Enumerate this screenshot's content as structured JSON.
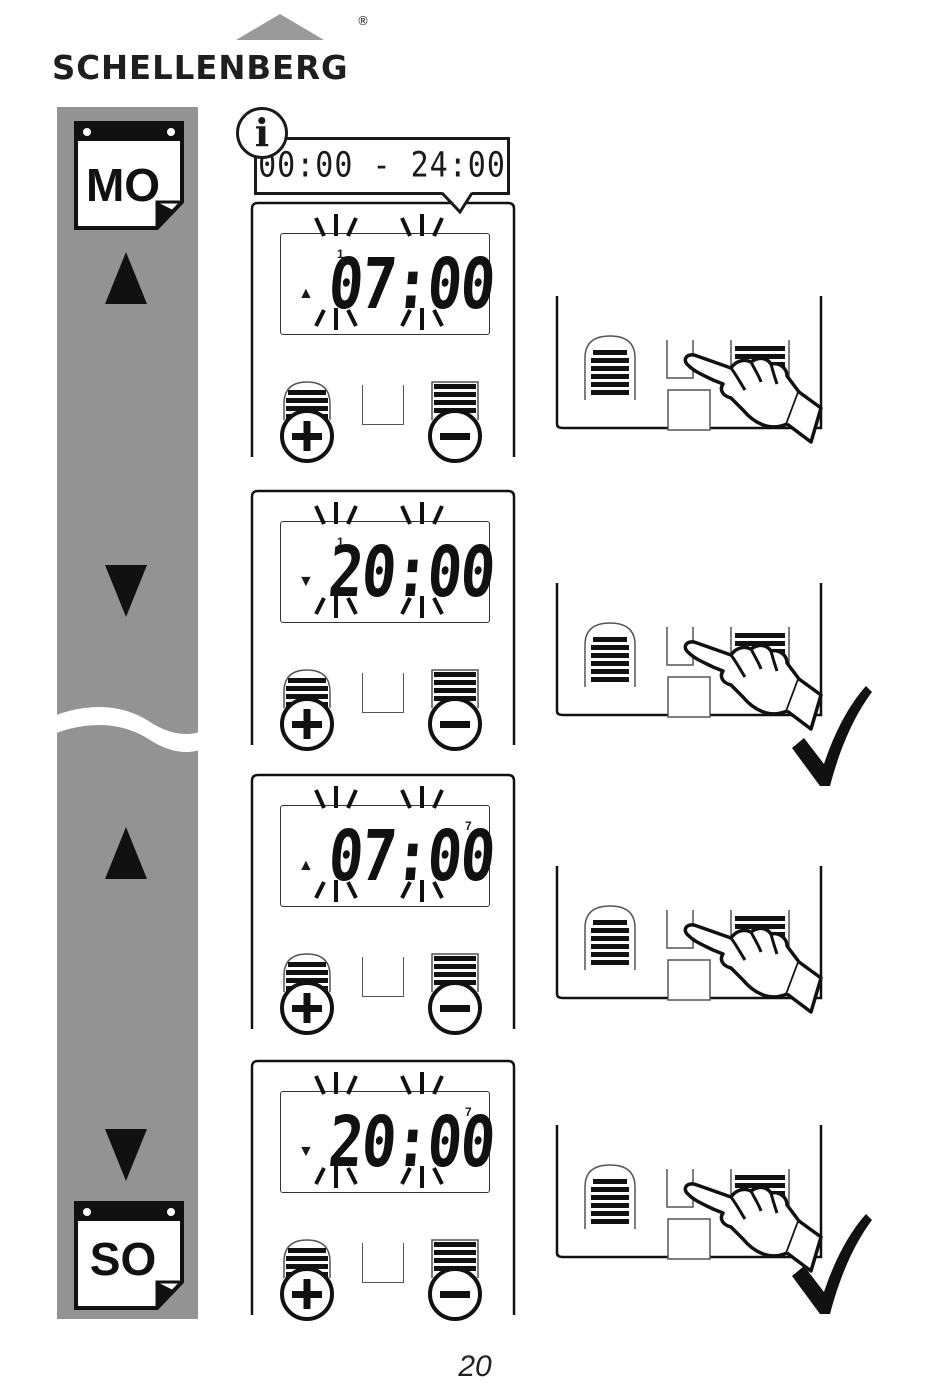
{
  "brand": {
    "name": "SCHELLENBERG",
    "registered_mark": "®"
  },
  "info": {
    "icon": "info-icon",
    "letter": "i",
    "range_text": "00:00 - 24:00"
  },
  "days": {
    "start_label": "MO",
    "end_label": "SO"
  },
  "steps": [
    {
      "direction": "up",
      "direction_glyph": "▲",
      "day_number": "1",
      "time": "07:00",
      "confirm": false
    },
    {
      "direction": "down",
      "direction_glyph": "▼",
      "day_number": "1",
      "time": "20:00",
      "confirm": true
    },
    {
      "direction": "up",
      "direction_glyph": "▲",
      "day_number": "7",
      "time": "07:00",
      "confirm": false
    },
    {
      "direction": "down",
      "direction_glyph": "▼",
      "day_number": "7",
      "time": "20:00",
      "confirm": true
    }
  ],
  "buttons": {
    "up_icon": "plus-icon",
    "down_icon": "minus-icon"
  },
  "page_number": "20"
}
